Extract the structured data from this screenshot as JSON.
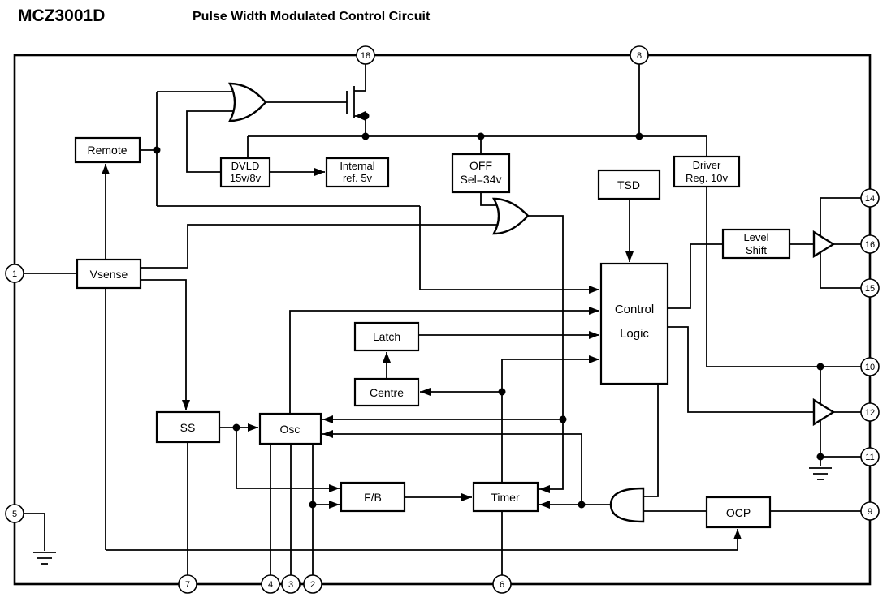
{
  "header": {
    "title": "MCZ3001D",
    "subtitle": "Pulse Width Modulated Control Circuit"
  },
  "blocks": {
    "remote": "Remote",
    "dvld": [
      "DVLD",
      "15v/8v"
    ],
    "internal_ref": [
      "Internal",
      "ref. 5v"
    ],
    "off_sel": [
      "OFF",
      "Sel=34v"
    ],
    "tsd": "TSD",
    "driver_reg": [
      "Driver",
      "Reg. 10v"
    ],
    "vsense": "Vsense",
    "level_shift": [
      "Level",
      "Shift"
    ],
    "control_logic": [
      "Control",
      "Logic"
    ],
    "latch": "Latch",
    "centre": "Centre",
    "ss": "SS",
    "osc": "Osc",
    "fb": "F/B",
    "timer": "Timer",
    "ocp": "OCP"
  },
  "pins": {
    "top": [
      "18",
      "8"
    ],
    "left": [
      "1",
      "5"
    ],
    "right": [
      "14",
      "16",
      "15",
      "10",
      "12",
      "11",
      "9"
    ],
    "bottom": [
      "7",
      "4",
      "3",
      "2",
      "6"
    ]
  },
  "symbols": [
    "or-gate",
    "or-gate",
    "and-gate-left",
    "mosfet",
    "buffer",
    "buffer",
    "ground",
    "ground"
  ],
  "colors": {
    "line": "#000000",
    "background": "#ffffff"
  }
}
